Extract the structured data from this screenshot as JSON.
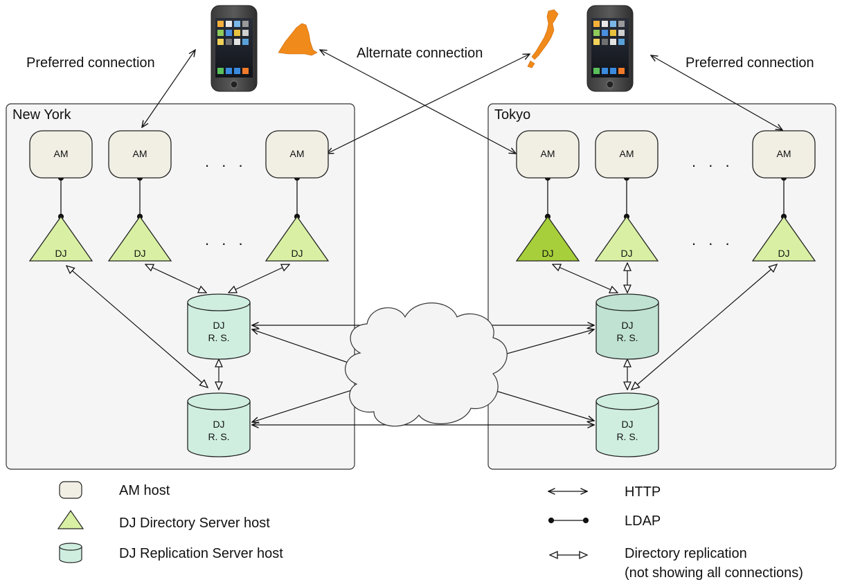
{
  "regions": {
    "left": "New York",
    "right": "Tokyo"
  },
  "annotations": {
    "preferred_left": "Preferred connection",
    "alternate": "Alternate connection",
    "preferred_right": "Preferred connection"
  },
  "nodes": {
    "am": "AM",
    "dj": "DJ",
    "rs_line1": "DJ",
    "rs_line2": "R. S.",
    "ellipsis": ". . ."
  },
  "legend": {
    "am_host": "AM host",
    "dj_host": "DJ Directory Server host",
    "rs_host": "DJ Replication Server host",
    "http": "HTTP",
    "ldap": "LDAP",
    "replication_line1": "Directory replication",
    "replication_line2": "(not showing all connections)"
  },
  "colors": {
    "am_fill": "#f1efe4",
    "dj_fill": "#d9f0a4",
    "dj_fill_active": "#a7cf3b",
    "rs_fill": "#cfeee0",
    "rs_fill_active": "#bfe2d2",
    "map_fill": "#f08a1a"
  }
}
